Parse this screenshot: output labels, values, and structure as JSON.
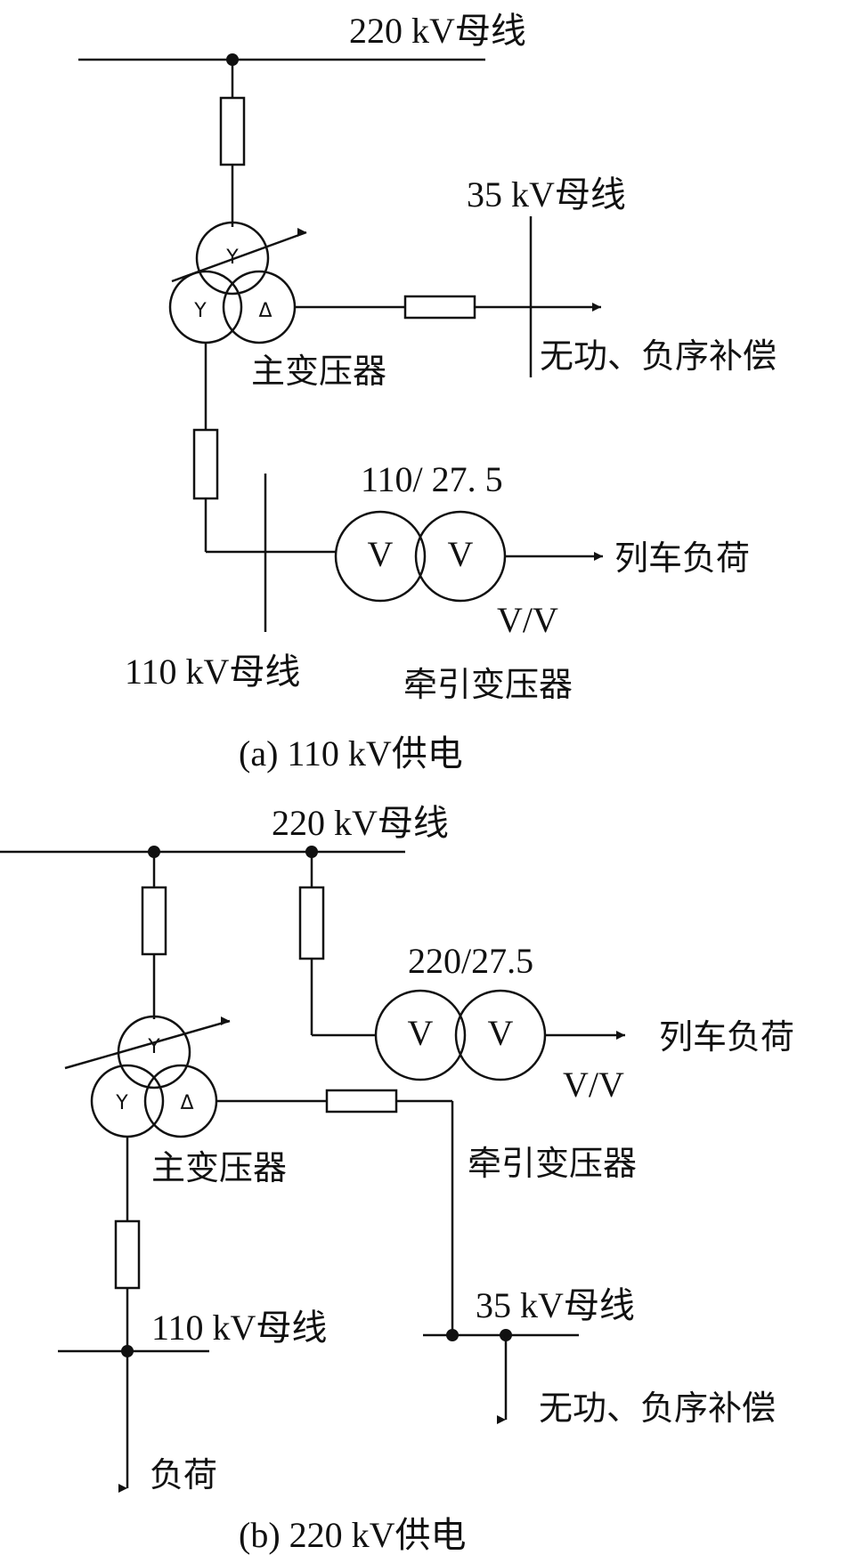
{
  "panel_a": {
    "bus_220": "220 kV母线",
    "bus_35": "35 kV母线",
    "comp_label": "无功、负序补偿",
    "main_transformer": "主变压器",
    "ratio": "110/ 27. 5",
    "train_load": "列车负荷",
    "vv": "V/V",
    "bus_110": "110 kV母线",
    "traction_transformer": "牵引变压器",
    "caption": "(a)  110 kV供电"
  },
  "panel_b": {
    "bus_220": "220 kV母线",
    "ratio": "220/27.5",
    "train_load": "列车负荷",
    "vv": "V/V",
    "main_transformer": "主变压器",
    "traction_transformer": "牵引变压器",
    "bus_110": "110 kV母线",
    "bus_35": "35 kV母线",
    "comp_label": "无功、负序补偿",
    "load": "负荷",
    "caption": "(b)  220 kV供电"
  },
  "symbols": {
    "wye": "Y",
    "delta": "Δ",
    "v": "V"
  }
}
